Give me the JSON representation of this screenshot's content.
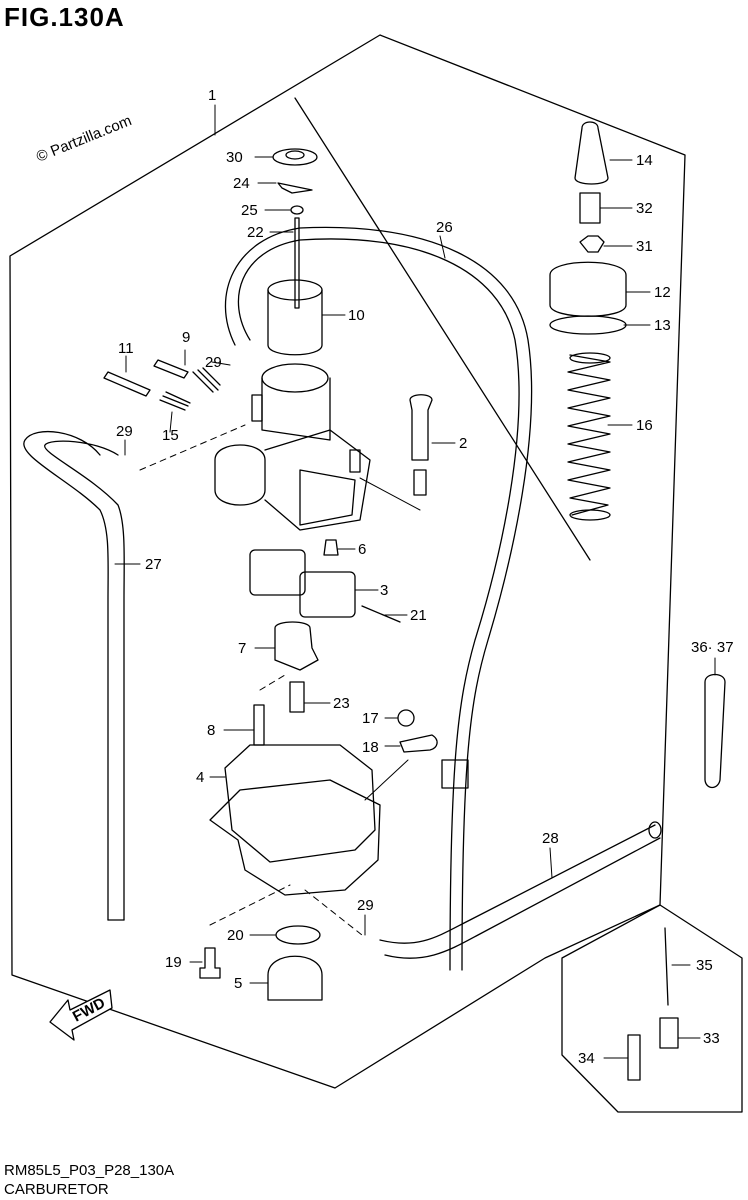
{
  "title": "FIG.130A",
  "watermark": "© Partzilla.com",
  "footer": {
    "code": "RM85L5_P03_P28_130A",
    "name": "CARBURETOR"
  },
  "fwd_label": "FWD",
  "callouts": [
    "1",
    "2",
    "3",
    "4",
    "5",
    "6",
    "7",
    "8",
    "9",
    "10",
    "11",
    "12",
    "13",
    "14",
    "15",
    "16",
    "17",
    "18",
    "19",
    "20",
    "21",
    "22",
    "23",
    "24",
    "25",
    "26",
    "27",
    "28",
    "29",
    "29",
    "29",
    "30",
    "31",
    "32",
    "33",
    "34",
    "35",
    "36· 37"
  ]
}
